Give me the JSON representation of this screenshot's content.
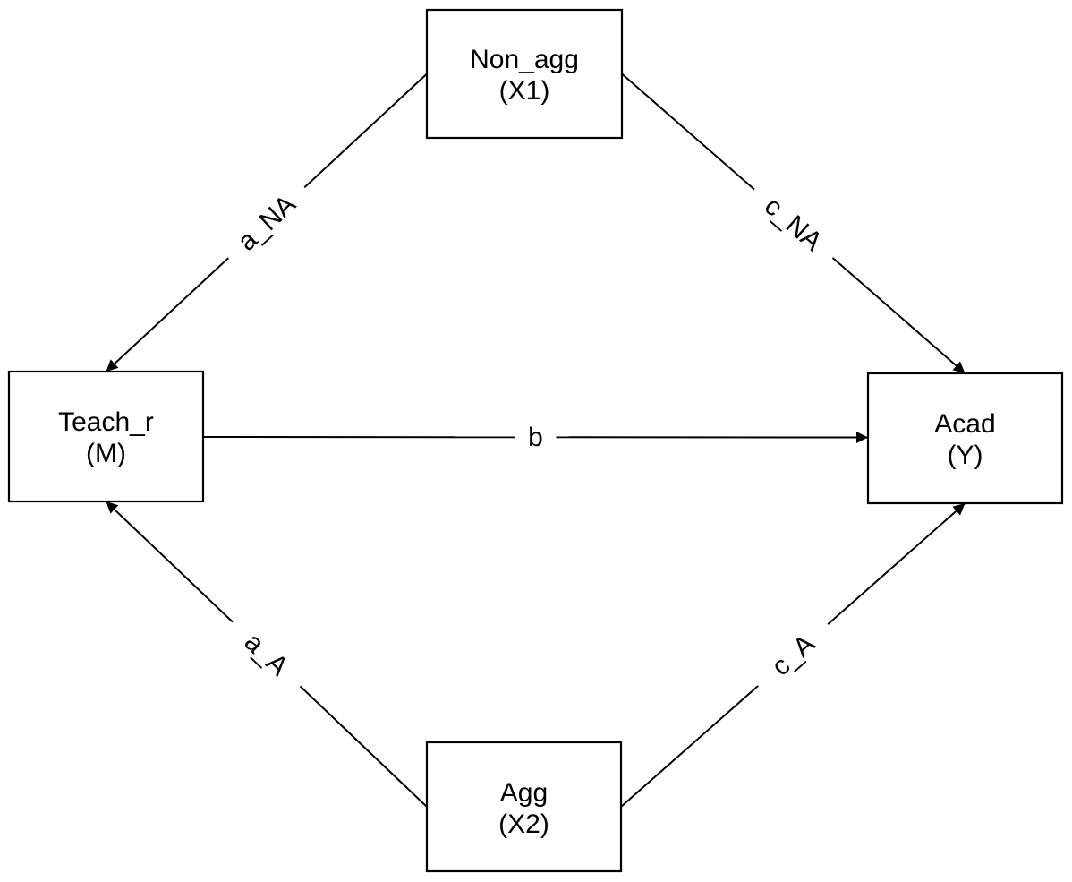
{
  "diagram": {
    "type": "mediation-path-diagram",
    "background_color": "#ffffff",
    "line_color": "#000000",
    "nodes": [
      {
        "id": "non_agg",
        "label": "Non_agg",
        "sublabel": "(X1)",
        "position": "top"
      },
      {
        "id": "teach_r",
        "label": "Teach_r",
        "sublabel": "(M)",
        "position": "left"
      },
      {
        "id": "acad",
        "label": "Acad",
        "sublabel": "(Y)",
        "position": "right"
      },
      {
        "id": "agg",
        "label": "Agg",
        "sublabel": "(X2)",
        "position": "bottom"
      }
    ],
    "edges": [
      {
        "id": "a_NA",
        "label": "a_NA",
        "from": "non_agg",
        "to": "teach_r"
      },
      {
        "id": "c_NA",
        "label": "c_NA",
        "from": "non_agg",
        "to": "acad"
      },
      {
        "id": "b",
        "label": "b",
        "from": "teach_r",
        "to": "acad"
      },
      {
        "id": "a_A",
        "label": "a_A",
        "from": "agg",
        "to": "teach_r"
      },
      {
        "id": "c_A",
        "label": "c_A",
        "from": "agg",
        "to": "acad"
      }
    ]
  }
}
